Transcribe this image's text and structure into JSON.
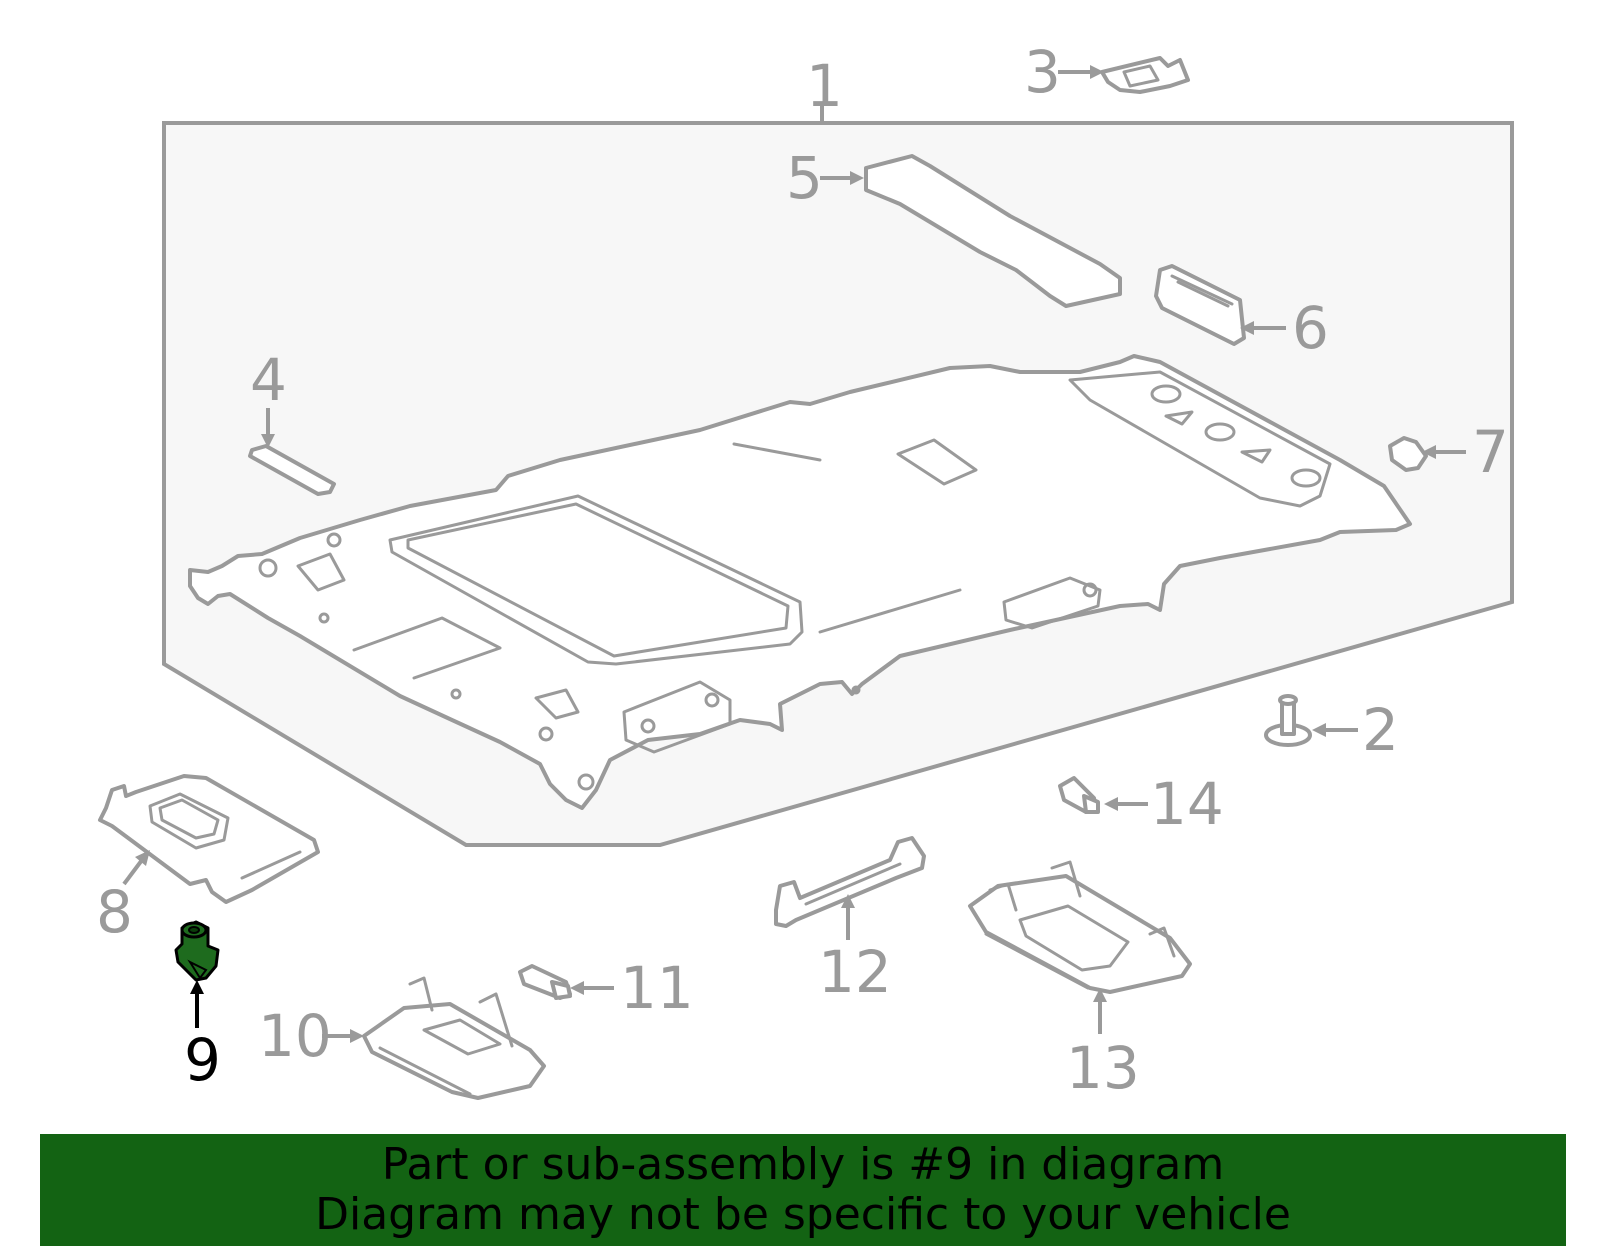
{
  "colors": {
    "line_gray": "#9a9a9a",
    "panel_fill": "#f7f7f7",
    "highlight_green": "#1e6b1e",
    "footer_green": "#136313",
    "footer_text": "#000000"
  },
  "diagram": {
    "selected_part": "9",
    "callouts": {
      "c1": "1",
      "c2": "2",
      "c3": "3",
      "c4": "4",
      "c5": "5",
      "c6": "6",
      "c7": "7",
      "c8": "8",
      "c9": "9",
      "c10": "10",
      "c11": "11",
      "c12": "12",
      "c13": "13",
      "c14": "14"
    }
  },
  "footer": {
    "line1": "Part or sub-assembly is #9 in diagram",
    "line2": "Diagram may not be specific to your vehicle"
  }
}
